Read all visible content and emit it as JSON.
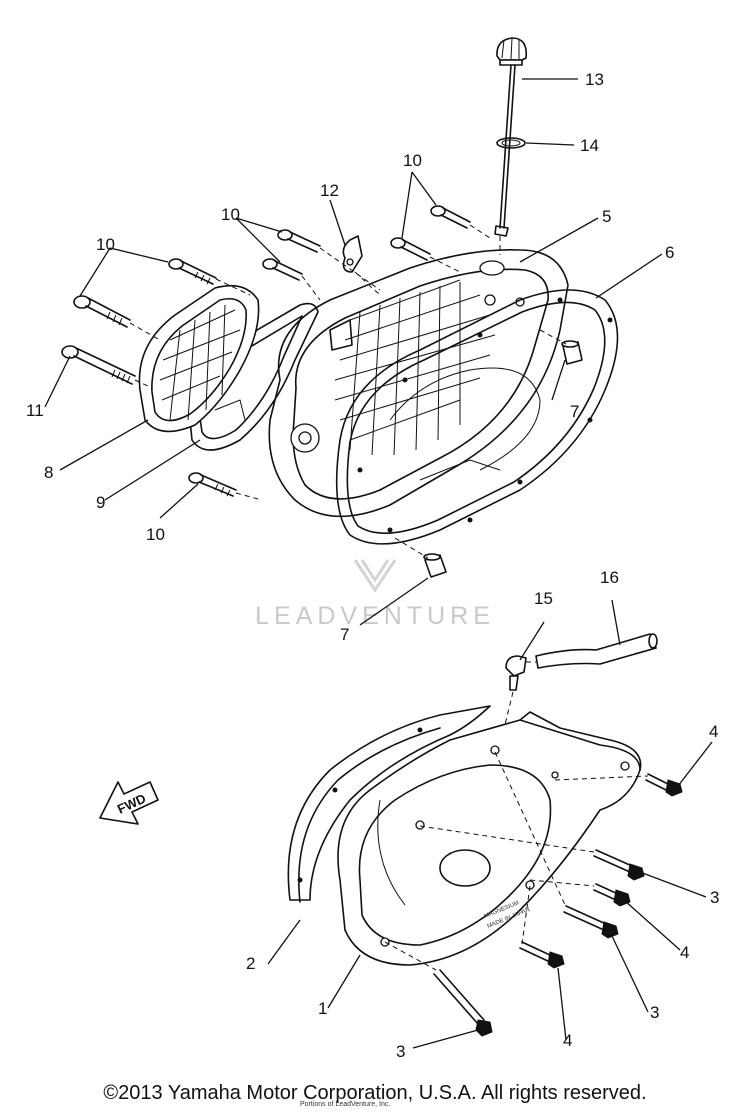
{
  "labels": [
    {
      "id": "13",
      "text": "13"
    },
    {
      "id": "14",
      "text": "14"
    },
    {
      "id": "10a",
      "text": "10"
    },
    {
      "id": "12",
      "text": "12"
    },
    {
      "id": "10b",
      "text": "10"
    },
    {
      "id": "5",
      "text": "5"
    },
    {
      "id": "10c",
      "text": "10"
    },
    {
      "id": "6",
      "text": "6"
    },
    {
      "id": "11",
      "text": "11"
    },
    {
      "id": "7a",
      "text": "7"
    },
    {
      "id": "8",
      "text": "8"
    },
    {
      "id": "9",
      "text": "9"
    },
    {
      "id": "10d",
      "text": "10"
    },
    {
      "id": "7b",
      "text": "7"
    },
    {
      "id": "16",
      "text": "16"
    },
    {
      "id": "15",
      "text": "15"
    },
    {
      "id": "4a",
      "text": "4"
    },
    {
      "id": "3a",
      "text": "3"
    },
    {
      "id": "4b",
      "text": "4"
    },
    {
      "id": "2",
      "text": "2"
    },
    {
      "id": "3b",
      "text": "3"
    },
    {
      "id": "1",
      "text": "1"
    },
    {
      "id": "3c",
      "text": "3"
    },
    {
      "id": "4c",
      "text": "4"
    }
  ],
  "fwd_arrow_label": "FWD",
  "watermark": "LEADVENTURE",
  "cover_stamp": [
    "MAGNESIUM",
    "MADE IN JAPAN"
  ],
  "copyright": "©2013 Yamaha Motor Corporation, U.S.A. All rights reserved.",
  "credit": "Portions of LeadVenture, Inc."
}
